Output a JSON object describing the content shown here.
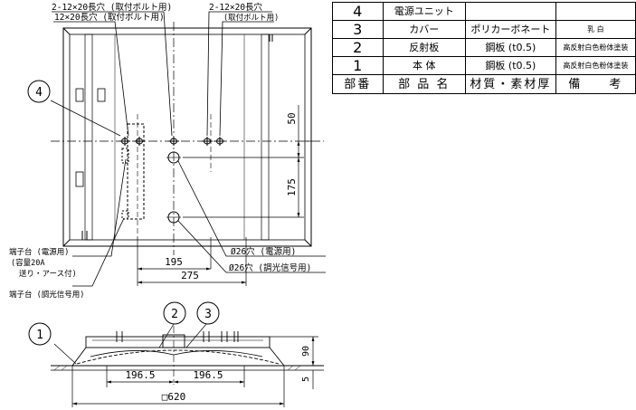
{
  "parts_table": {
    "rows": [
      {
        "no": "4",
        "name": "電源ユニット",
        "material": "",
        "remarks": ""
      },
      {
        "no": "3",
        "name": "カバー",
        "material": "ポリカーボネート",
        "remarks": "乳 白"
      },
      {
        "no": "2",
        "name": "反射板",
        "material": "鋼板 (t0.5)",
        "remarks": "高反射白色粉体塗装"
      },
      {
        "no": "1",
        "name": "本 体",
        "material": "鋼板 (t0.5)",
        "remarks": "高反射白色粉体塗装"
      }
    ],
    "header": {
      "no": "部番",
      "name": "部 品 名",
      "material": "材質・素材厚",
      "remarks": "備　　考"
    }
  },
  "annotations": {
    "slot_left_a": "2-12×20長穴 (取付ボルト用)",
    "slot_left_b": "12×20長穴 (取付ボルト用)",
    "slot_right": "2-12×20長穴",
    "slot_right_sub": "(取付ボルト用)",
    "terminal_power": "端子台 (電源用)",
    "terminal_capacity": "(容量20A",
    "terminal_feed": "送り・アース付)",
    "terminal_dimming": "端子台 (調光信号用)",
    "hole_power": "Ø26穴 (電源用)",
    "hole_dimming": "Ø26穴 (調光信号用)"
  },
  "dimensions": {
    "dim_195": "195",
    "dim_275": "275",
    "dim_50": "50",
    "dim_175": "175",
    "dim_196_5_left": "196.5",
    "dim_196_5_right": "196.5",
    "dim_620": "□620",
    "dim_90": "90",
    "dim_5": "5"
  },
  "callouts": {
    "c1": "1",
    "c2": "2",
    "c3": "3",
    "c4": "4"
  }
}
